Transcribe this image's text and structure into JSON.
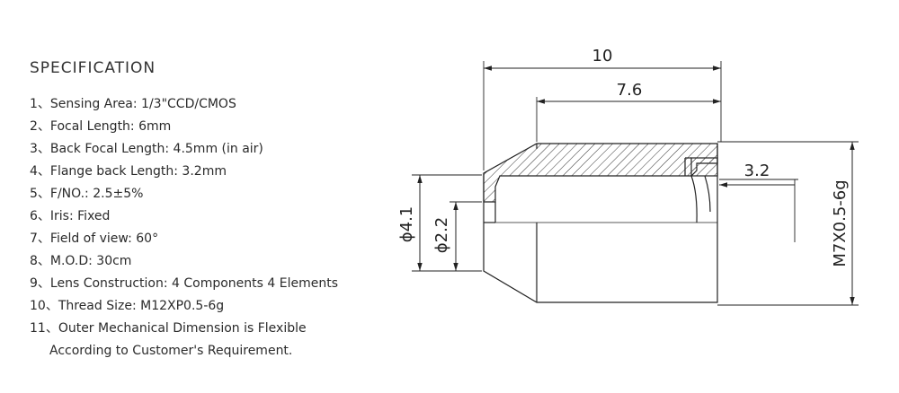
{
  "spec": {
    "title": "SPECIFICATION",
    "items": [
      {
        "text": "1、Sensing Area: 1/3\"CCD/CMOS"
      },
      {
        "text": "2、Focal Length: 6mm"
      },
      {
        "text": "3、Back Focal Length: 4.5mm (in air)"
      },
      {
        "text": "4、Flange back Length: 3.2mm"
      },
      {
        "text": "5、F/NO.: 2.5±5%"
      },
      {
        "text": "6、Iris: Fixed"
      },
      {
        "text": "7、Field of view: 60°"
      },
      {
        "text": "8、M.O.D: 30cm"
      },
      {
        "text": "9、Lens Construction: 4 Components 4 Elements"
      },
      {
        "text": "10、Thread Size: M12XP0.5-6g"
      },
      {
        "text": "11、Outer Mechanical Dimension is Flexible",
        "cont": "According to Customer's Requirement."
      }
    ]
  },
  "drawing": {
    "dim_total_length": "10",
    "dim_body_length": "7.6",
    "dim_flange": "3.2",
    "dim_outer_dia": "ϕ4.1",
    "dim_inner_dia": "ϕ2.2",
    "dim_thread": "M7X0.5-6g"
  }
}
